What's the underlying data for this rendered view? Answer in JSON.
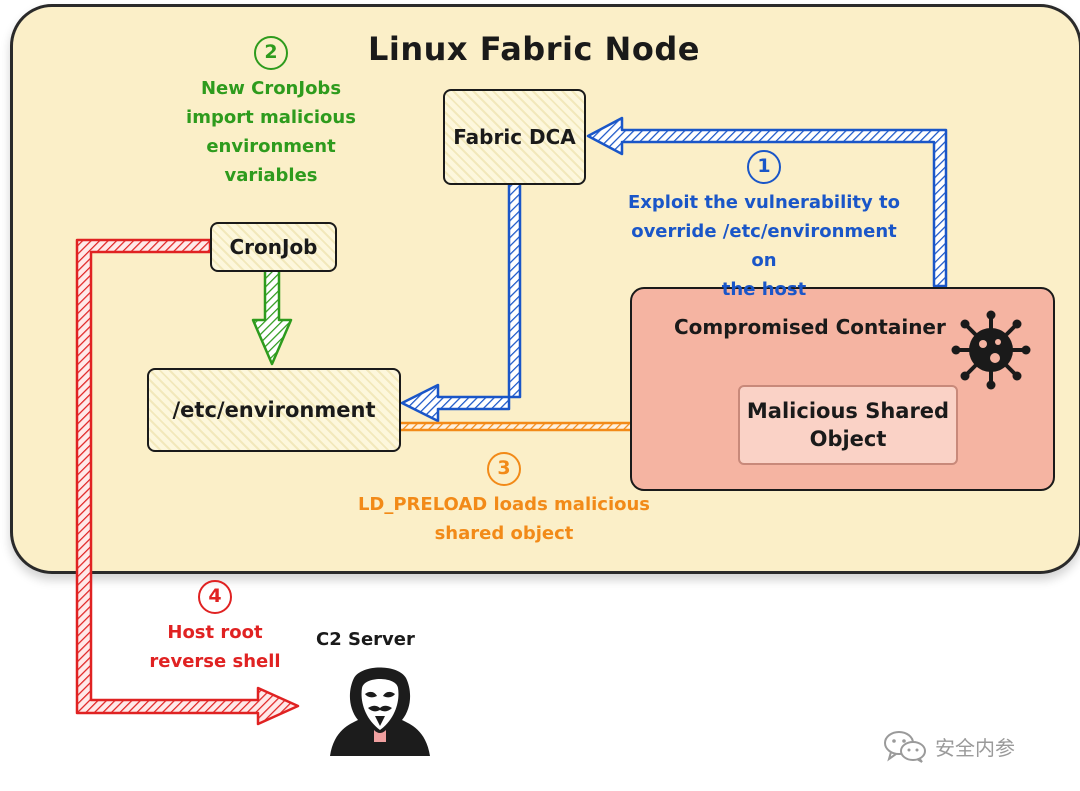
{
  "title": "Linux Fabric Node",
  "boxes": {
    "fabric_dca": "Fabric DCA",
    "cronjob": "CronJob",
    "etc_environment": "/etc/environment",
    "compromised_container": "Compromised Container",
    "malicious_shared_object": [
      "Malicious Shared",
      "Object"
    ],
    "c2_server": "C2 Server"
  },
  "steps": [
    {
      "number": "1",
      "color": "#1a56c8",
      "lines": [
        "Exploit the vulnerability to",
        "override /etc/environment on",
        "the host"
      ]
    },
    {
      "number": "2",
      "color": "#2e9b1d",
      "lines": [
        "New CronJobs",
        "import malicious",
        "environment",
        "variables"
      ]
    },
    {
      "number": "3",
      "color": "#f28a18",
      "lines": [
        "LD_PRELOAD loads malicious",
        "shared object"
      ]
    },
    {
      "number": "4",
      "color": "#e02222",
      "lines": [
        "Host root",
        "reverse shell"
      ]
    }
  ],
  "icons": {
    "container_icon": "virus-icon",
    "c2_icon": "hacker-mask-icon",
    "watermark_icon": "wechat-icon"
  },
  "colors": {
    "node_bg": "#fbefc8",
    "container_bg": "#f5b4a2",
    "blue": "#1a56c8",
    "green": "#2e9b1d",
    "orange": "#f28a18",
    "red": "#e02222"
  },
  "watermark": "安全内参"
}
